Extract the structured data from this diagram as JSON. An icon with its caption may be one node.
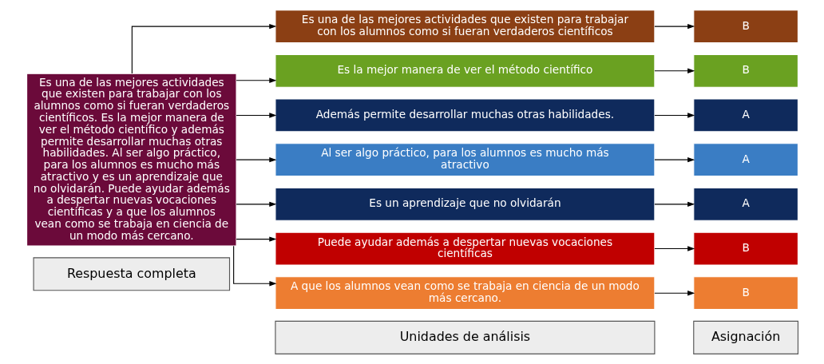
{
  "diagram": {
    "nodes": [
      {
        "text": [
          "Respuesta completa"
        ]
      },
      {
        "text": [
          "Unidades de análisis"
        ]
      },
      {
        "text": [
          "Asignación"
        ]
      },
      {
        "text": [
          "Es una de las mejores actividades que existen para trabajar con los alumnos como si fueran verdaderos científicos. Es la mejor manera de ver el método científico y además permite desarrollar muchas otras habilidades. Al ser algo práctico, para los alumnos es mucho más atractivo y es un aprendizaje que no olvidarán. Puede ayudar además a despertar nuevas vocaciones científicas y a que los alumnos vean como se trabaja en ciencia de un modo más cercano."
        ]
      },
      {
        "text": [
          "Es una de las mejores actividades que existen para trabajar con los alumnos como si fueran verdaderos científicos"
        ]
      },
      {
        "text": [
          "Es la mejor manera de ver el método científico"
        ]
      },
      {
        "text": [
          "Además permite desarrollar muchas otras habilidades."
        ]
      },
      {
        "text": [
          "Al ser algo práctico, para los alumnos es mucho más atractivo"
        ]
      },
      {
        "text": [
          "Es un aprendizaje que no olvidarán"
        ]
      },
      {
        "text": [
          "Puede ayudar además a despertar nuevas vocaciones científicas"
        ]
      },
      {
        "text": [
          "A que los alumnos vean como se trabaja en ciencia de un modo más cercano."
        ]
      },
      {
        "text": [
          "B"
        ]
      },
      {
        "text": [
          "B"
        ]
      },
      {
        "text": [
          "A"
        ]
      },
      {
        "text": [
          "A"
        ]
      },
      {
        "text": [
          "A"
        ]
      },
      {
        "text": [
          "B"
        ]
      },
      {
        "text": [
          "B"
        ]
      }
    ],
    "edges": [
      {
        "from": 3,
        "to": 4,
        "arrow": "to"
      },
      {
        "from": 3,
        "to": 5,
        "arrow": "to"
      },
      {
        "from": 3,
        "to": 6,
        "arrow": "to"
      },
      {
        "from": 3,
        "to": 7,
        "arrow": "to"
      },
      {
        "from": 3,
        "to": 8,
        "arrow": "to"
      },
      {
        "from": 3,
        "to": 9,
        "arrow": "to"
      },
      {
        "from": 3,
        "to": 10,
        "arrow": "to"
      },
      {
        "from": 4,
        "to": 11,
        "arrow": "to"
      },
      {
        "from": 5,
        "to": 12,
        "arrow": "to"
      },
      {
        "from": 6,
        "to": 13,
        "arrow": "to"
      },
      {
        "from": 7,
        "to": 14,
        "arrow": "to"
      },
      {
        "from": 8,
        "to": 15,
        "arrow": "to"
      },
      {
        "from": 9,
        "to": 16,
        "arrow": "to"
      },
      {
        "from": 10,
        "to": 17,
        "arrow": "to"
      }
    ]
  }
}
